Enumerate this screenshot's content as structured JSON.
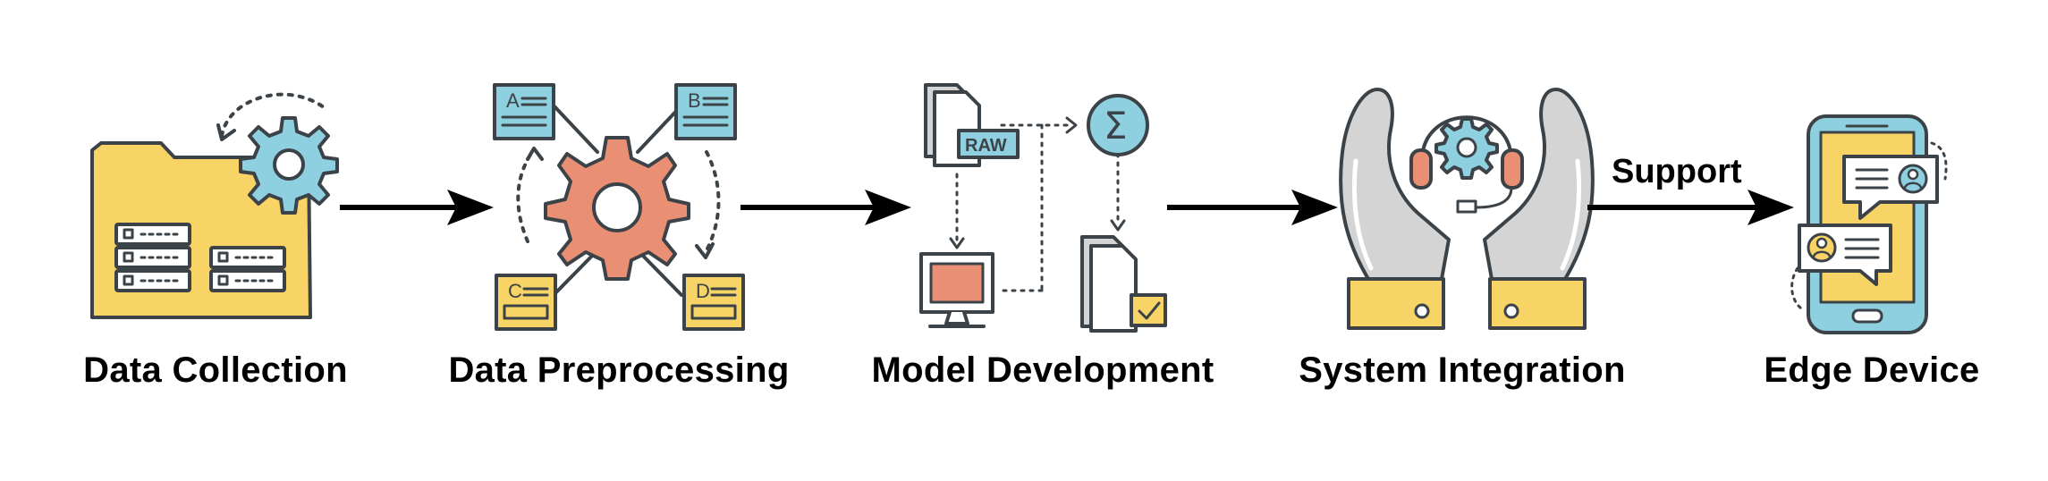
{
  "stages": [
    {
      "label": "Data Collection"
    },
    {
      "label": "Data Preprocessing"
    },
    {
      "label": "Model Development"
    },
    {
      "label": "System Integration"
    },
    {
      "label": "Edge Device"
    }
  ],
  "edge_label": "Support",
  "icon_glyphs": {
    "a": "A",
    "b": "B",
    "c": "C",
    "d": "D",
    "raw": "RAW",
    "sigma": "Σ"
  },
  "colors": {
    "outline": "#3c4348",
    "yellow": "#f8d366",
    "blue": "#8fd0e0",
    "salmon": "#e98f74",
    "gray": "#d4d4d4",
    "arrow": "#000000"
  }
}
